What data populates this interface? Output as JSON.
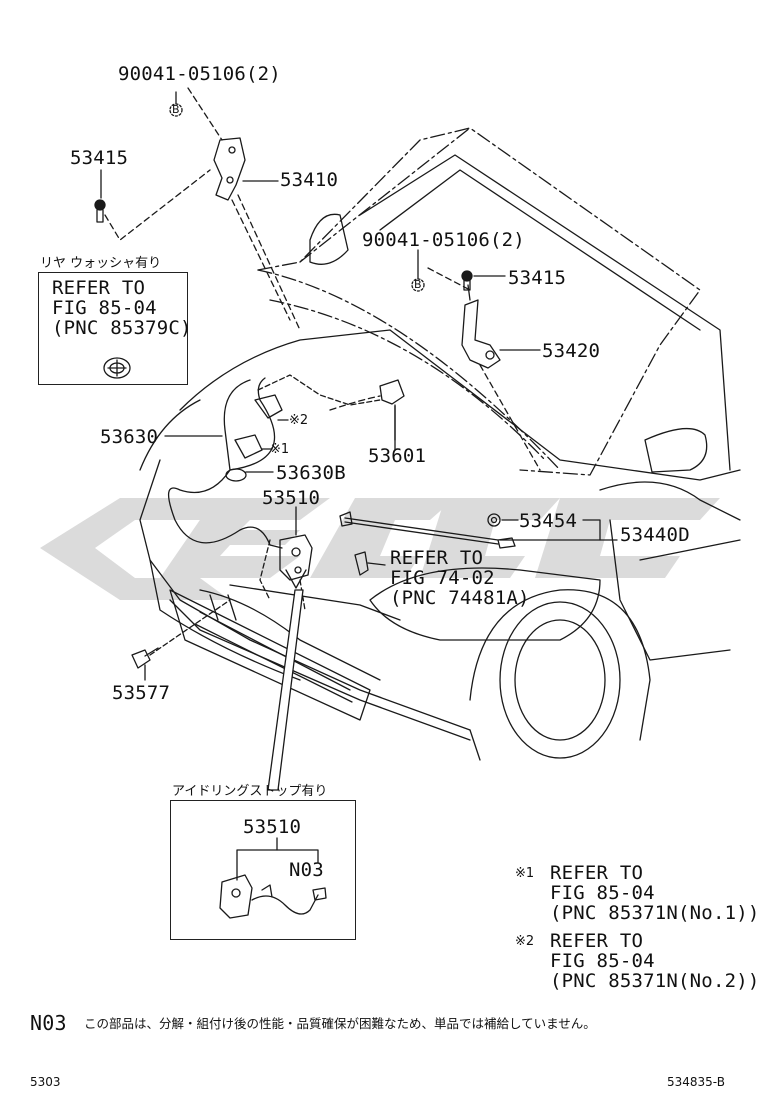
{
  "part_labels": {
    "p90041_top": "90041-05106(2)",
    "p53415_left": "53415",
    "p53410": "53410",
    "p90041_mid": "90041-05106(2)",
    "p53415_right": "53415",
    "p53420": "53420",
    "p53630": "53630",
    "note1_mark": "※1",
    "note2_mark": "※2",
    "p53601": "53601",
    "p53630B": "53630B",
    "p53510": "53510",
    "p53454": "53454",
    "p53440D": "53440D",
    "p53577": "53577",
    "bolt_marker": "B"
  },
  "rear_washer_box": {
    "header": "リヤ ウォッシャ有り",
    "lines": [
      "REFER TO",
      "FIG 85-04",
      "(PNC 85379C)"
    ]
  },
  "refer_74": {
    "lines": [
      "REFER TO",
      "FIG 74-02",
      "(PNC 74481A)"
    ]
  },
  "idle_stop_box": {
    "header": "アイドリングストップ有り",
    "part": "53510",
    "sub_part": "N03"
  },
  "notes": [
    {
      "mark": "※1",
      "lines": [
        "REFER TO",
        "FIG 85-04",
        "(PNC 85371N(No.1))"
      ]
    },
    {
      "mark": "※2",
      "lines": [
        "REFER TO",
        "FIG 85-04",
        "(PNC 85371N(No.2))"
      ]
    }
  ],
  "footnote": {
    "code": "N03",
    "text": "この部品は、分解・組付け後の性能・品質確保が困難なため、単品では補給していません。"
  },
  "footer": {
    "page": "5303",
    "drawing_id": "534835-B"
  }
}
